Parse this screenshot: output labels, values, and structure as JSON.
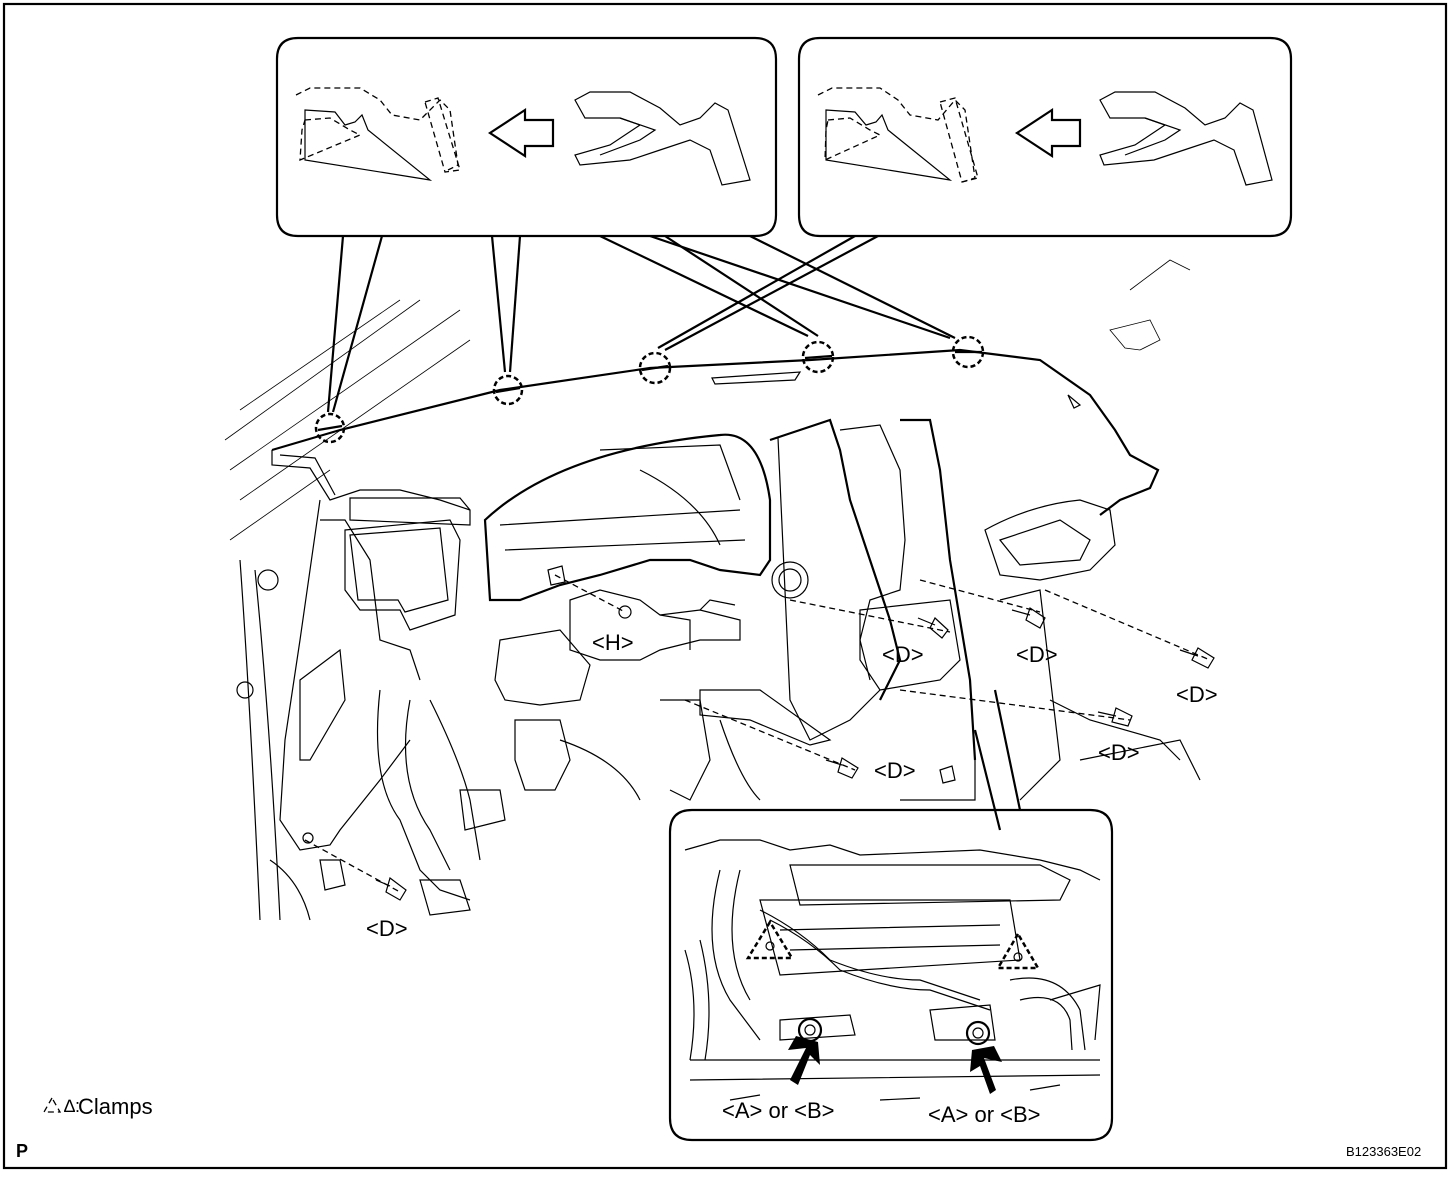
{
  "labels": {
    "h_bolt": "<H>",
    "d_bolt_center": "<D>",
    "d_bolt_right_upper": "<D>",
    "d_bolt_far_right": "<D>",
    "d_bolt_right_lower": "<D>",
    "d_bolt_bottom_center": "<D>",
    "d_bolt_bottom_left": "<D>",
    "ab_left": "<A> or <B>",
    "ab_right": "<A> or <B>"
  },
  "legend": {
    "symbol": "∆:",
    "text": "Clamps"
  },
  "footer": {
    "corner_mark": "P",
    "figure_id": "B123363E02"
  }
}
